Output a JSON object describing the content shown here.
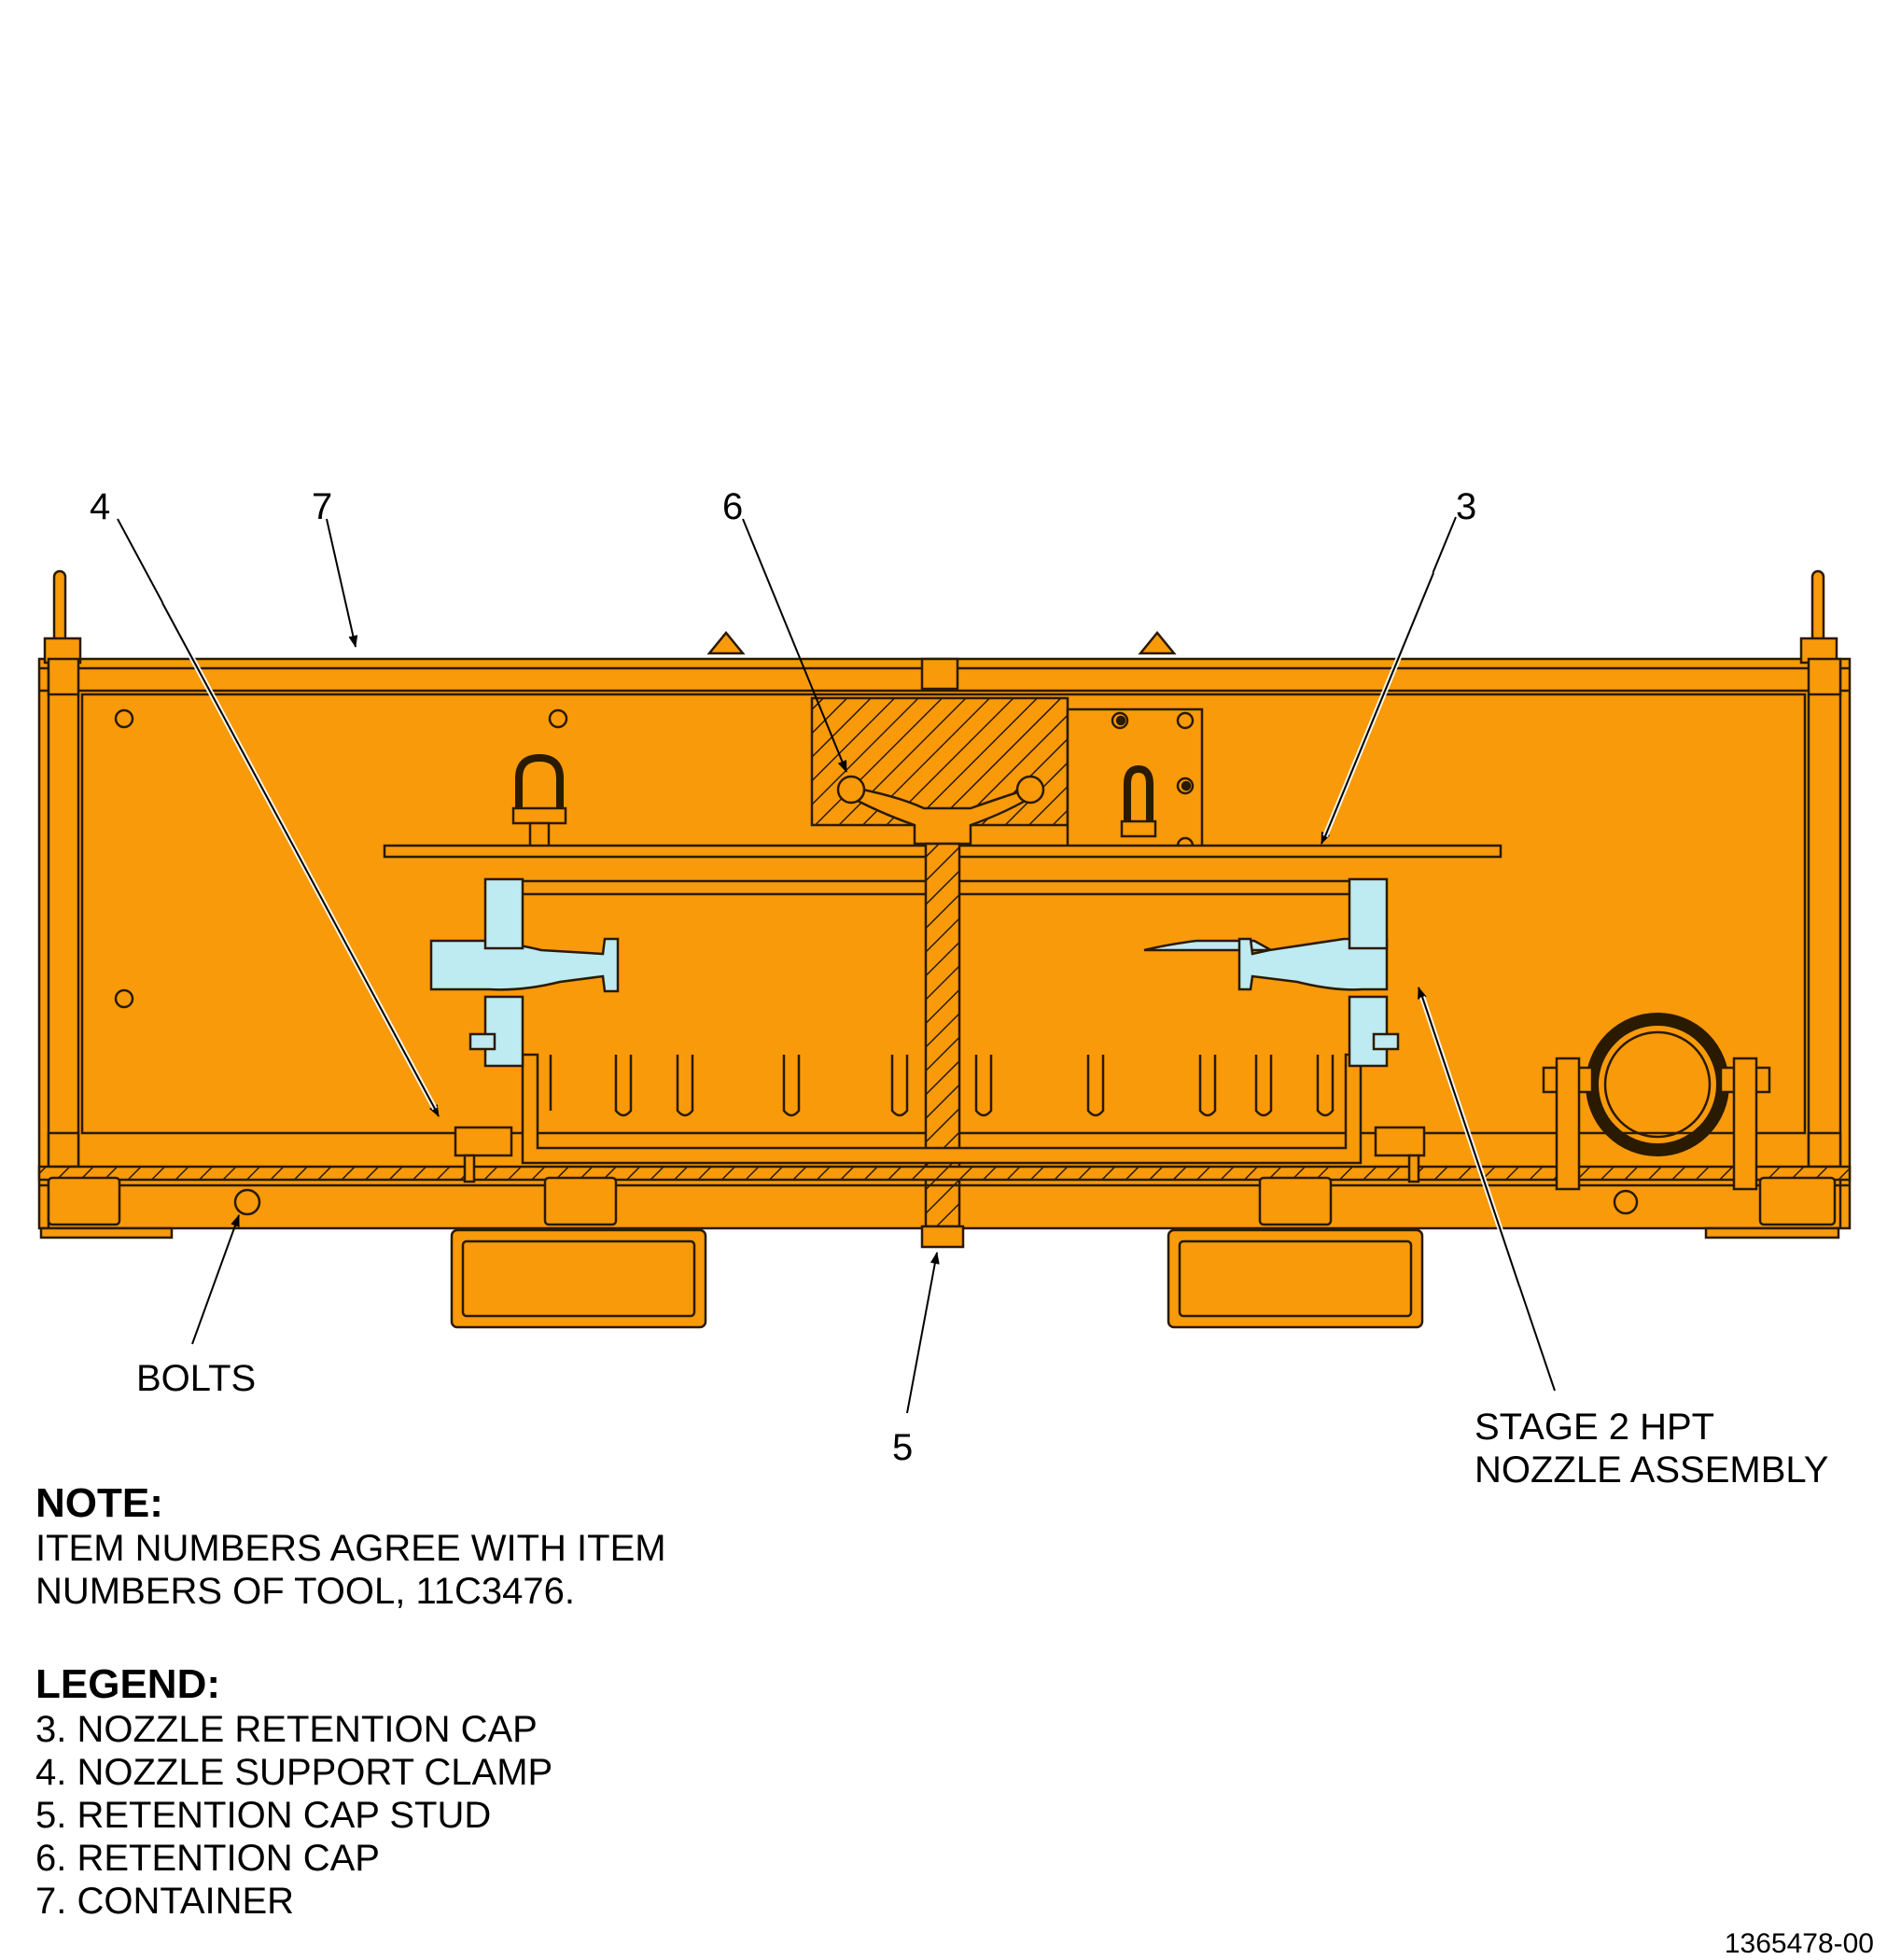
{
  "callouts": {
    "item_4": "4",
    "item_7": "7",
    "item_6": "6",
    "item_3": "3",
    "item_5": "5",
    "bolts": "BOLTS",
    "stage2_line1": "STAGE 2 HPT",
    "stage2_line2": "NOZZLE ASSEMBLY"
  },
  "note": {
    "title": "NOTE:",
    "line1": "ITEM NUMBERS AGREE WITH ITEM",
    "line2": "NUMBERS OF TOOL, 11C3476."
  },
  "legend": {
    "title": "LEGEND:",
    "items": [
      "3. NOZZLE RETENTION CAP",
      "4. NOZZLE SUPPORT CLAMP",
      "5. RETENTION CAP STUD",
      "6. RETENTION CAP",
      "7. CONTAINER"
    ]
  },
  "drawing_number": "1365478-00",
  "colors": {
    "container": "#F89A0A",
    "nozzle": "#BEEAF2",
    "line": "#2A1A00"
  }
}
